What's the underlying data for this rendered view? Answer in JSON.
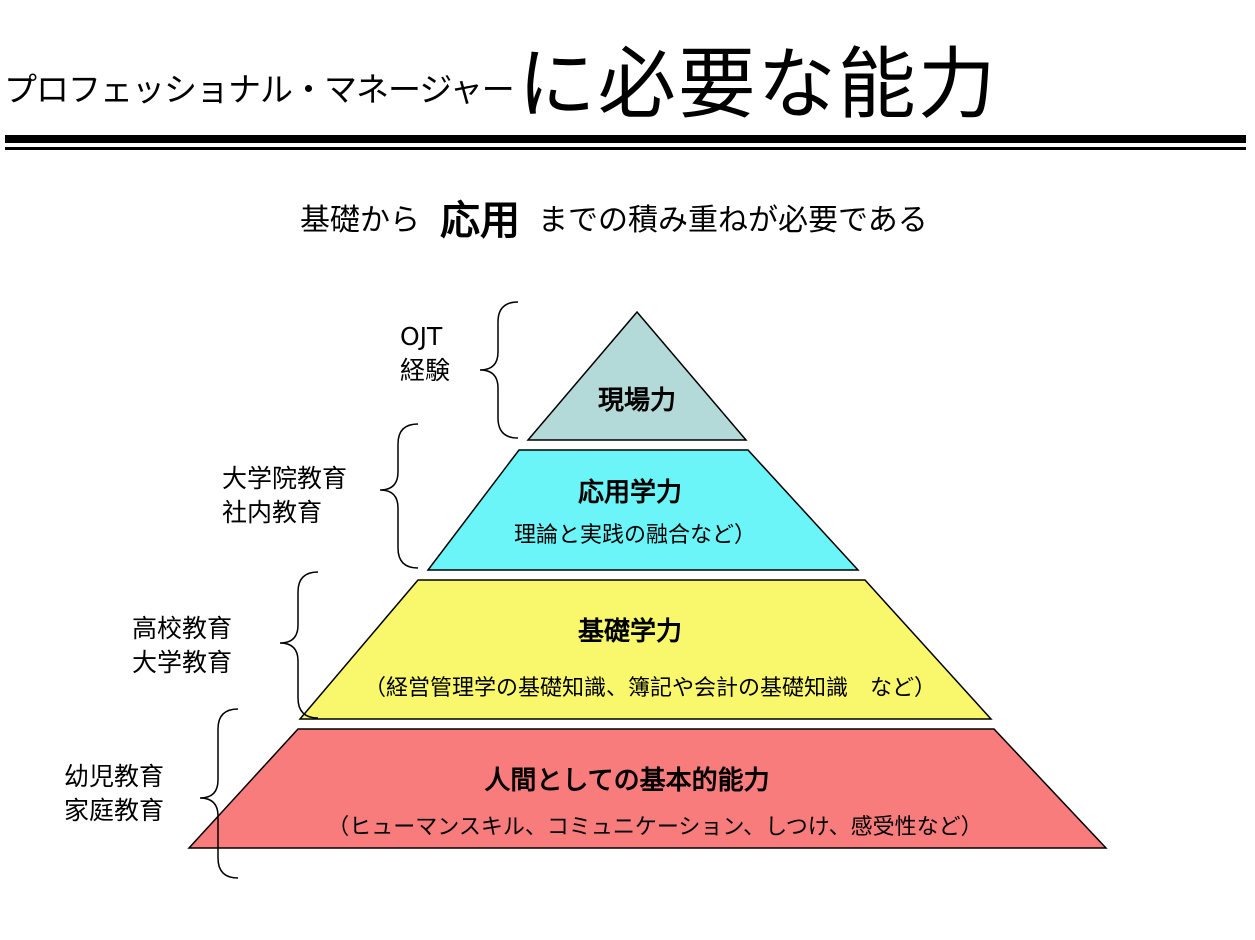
{
  "title": {
    "prefix": "プロフェッショナル・マネージャー",
    "main": "に必要な能力"
  },
  "subtitle": {
    "before": "基礎から",
    "emphasis": "応用",
    "after": "までの積み重ねが必要である"
  },
  "pyramid": {
    "tiers": [
      {
        "name": "現場力",
        "note": "",
        "color": "#b4d9d9",
        "side_lines": [
          "OJT",
          "経験"
        ]
      },
      {
        "name": "応用学力",
        "note": "理論と実践の融合など）",
        "color": "#6cf5f9",
        "side_lines": [
          "大学院教育",
          "社内教育"
        ]
      },
      {
        "name": "基礎学力",
        "note": "（経営管理学の基礎知識、簿記や会計の基礎知識　など）",
        "color": "#f9f86d",
        "side_lines": [
          "高校教育",
          "大学教育"
        ]
      },
      {
        "name": "人間としての基本的能力",
        "note": "（ヒューマンスキル、コミュニケーション、しつけ、感受性など）",
        "color": "#f97c7c",
        "side_lines": [
          "幼児教育",
          "家庭教育"
        ]
      }
    ]
  }
}
